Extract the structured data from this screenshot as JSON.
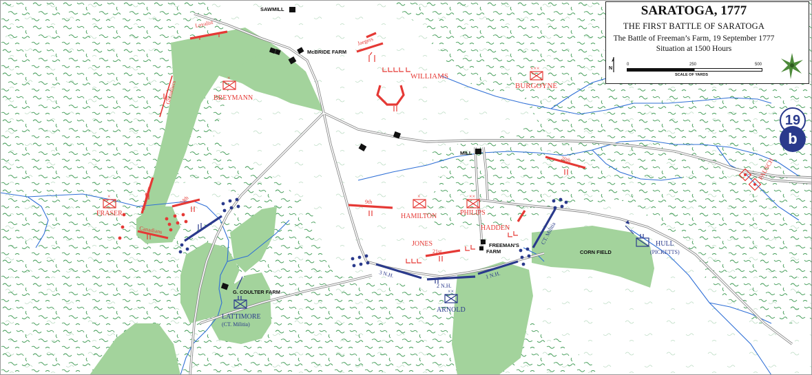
{
  "title": {
    "main": "SARATOGA, 1777",
    "subtitle": "THE FIRST BATTLE OF SARATOGA",
    "battle": "The Battle of Freeman’s Farm, 19 September 1777",
    "situation": "Situation at 1500 Hours"
  },
  "scale": {
    "ticks": [
      "0",
      "250",
      "500"
    ],
    "caption": "SCALE OF YARDS"
  },
  "badges": {
    "map_number": "19",
    "map_letter": "b"
  },
  "places": {
    "sawmill": "SAWMILL",
    "mcbride": "McBRIDE FARM",
    "mill": "MILL",
    "freemans": "FREEMAN'S",
    "freemans2": "FARM",
    "coulter": "G. COULTER FARM",
    "cornfield": "CORN FIELD"
  },
  "british": {
    "loyalist": "Loyalist",
    "jaegers": "Jaegers",
    "williams": "WILLIAMS",
    "burgoyne": "BURGOYNE",
    "breymann": "BREYMANN",
    "grenadiers": "Grenadiers",
    "canadians": "Canadians",
    "fraser": "FRASER",
    "reg24": "24th",
    "reg9": "9th",
    "reg20": "20th",
    "reg21": "21st",
    "hamilton": "HAMILTON",
    "philips": "PHILIPS",
    "hadden": "HADDEN",
    "jones": "JONES",
    "pausch": "PAUSCH"
  },
  "american": {
    "nh3": "3 N.H.",
    "nh2": "2 N.H.",
    "nh1": "1 N.H.",
    "ct_militia": "CT. Militia",
    "arnold": "ARNOLD",
    "hull": "HULL",
    "hull_sub": "(PICKETTS)",
    "lattimore": "LATTIMORE",
    "lattimore_sub": "(CT. Militia)"
  },
  "colors": {
    "british": "#e53935",
    "american": "#2a3a8c",
    "field": "#a3d39c",
    "forest": "#3f9a54",
    "stream": "#2f6fd6"
  }
}
